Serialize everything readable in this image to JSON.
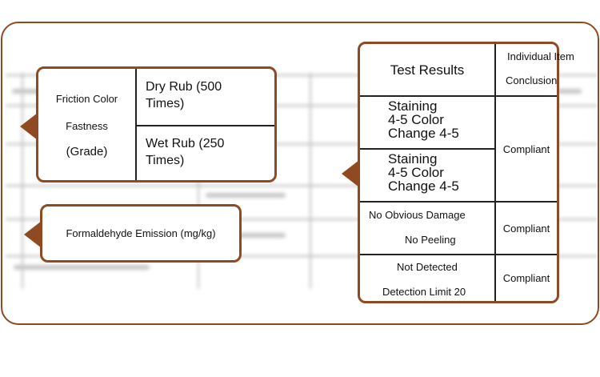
{
  "left_callout": {
    "label_line1": "Friction Color",
    "label_line2": "Fastness",
    "label_line3": "(Grade)",
    "dry_rub_line1": "Dry Rub (500",
    "dry_rub_line2": "Times)",
    "wet_rub_line1": "Wet Rub (250",
    "wet_rub_line2": "Times)"
  },
  "formaldehyde_callout": {
    "label": "Formaldehyde Emission (mg/kg)"
  },
  "results_callout": {
    "header_results": "Test Results",
    "header_conclusion_line1": "Individual Item",
    "header_conclusion_line2": "Conclusion",
    "rows": [
      {
        "result_lines": [
          "Staining",
          "4-5 Color",
          "Change 4-5"
        ]
      },
      {
        "result_lines": [
          "Staining",
          "4-5 Color",
          "Change 4-5"
        ]
      },
      {
        "result_lines": [
          "No Obvious Damage",
          "No Peeling"
        ],
        "conclusion": "Compliant"
      },
      {
        "result_lines": [
          "Not Detected",
          "Detection Limit 20"
        ],
        "conclusion": "Compliant"
      }
    ],
    "shared_conclusion": "Compliant"
  },
  "colors": {
    "accent": "#8f4a22",
    "border": "#222222"
  }
}
